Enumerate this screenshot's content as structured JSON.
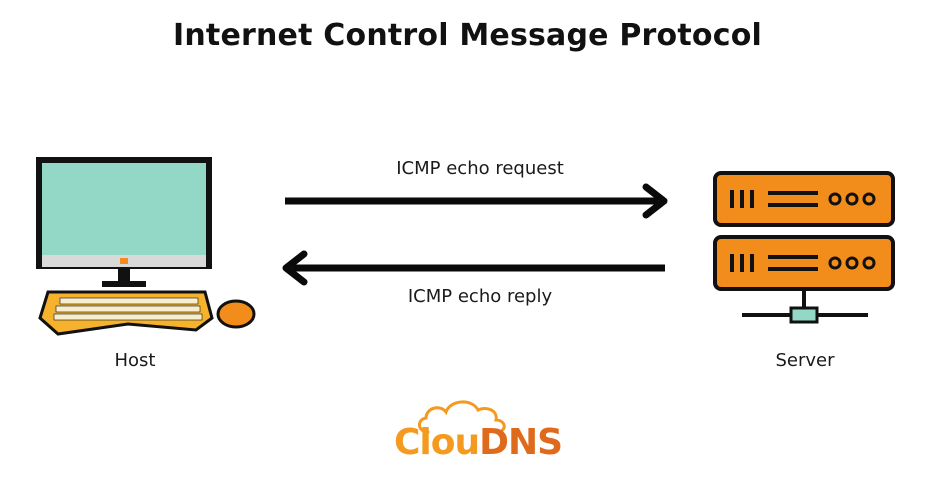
{
  "title": "Internet Control Message Protocol",
  "nodes": {
    "host": "Host",
    "server": "Server"
  },
  "edges": {
    "request": "ICMP echo request",
    "reply": "ICMP echo reply"
  },
  "brand": {
    "part1": "Clou",
    "part2": "DNS",
    "color1": "#f39a1f",
    "color2": "#e06a1b"
  },
  "colors": {
    "screen": "#93d8c7",
    "keyboard": "#f6b22c",
    "server": "#f28c1b",
    "mouse": "#f28c1b",
    "arrow": "#0a0a0a"
  }
}
